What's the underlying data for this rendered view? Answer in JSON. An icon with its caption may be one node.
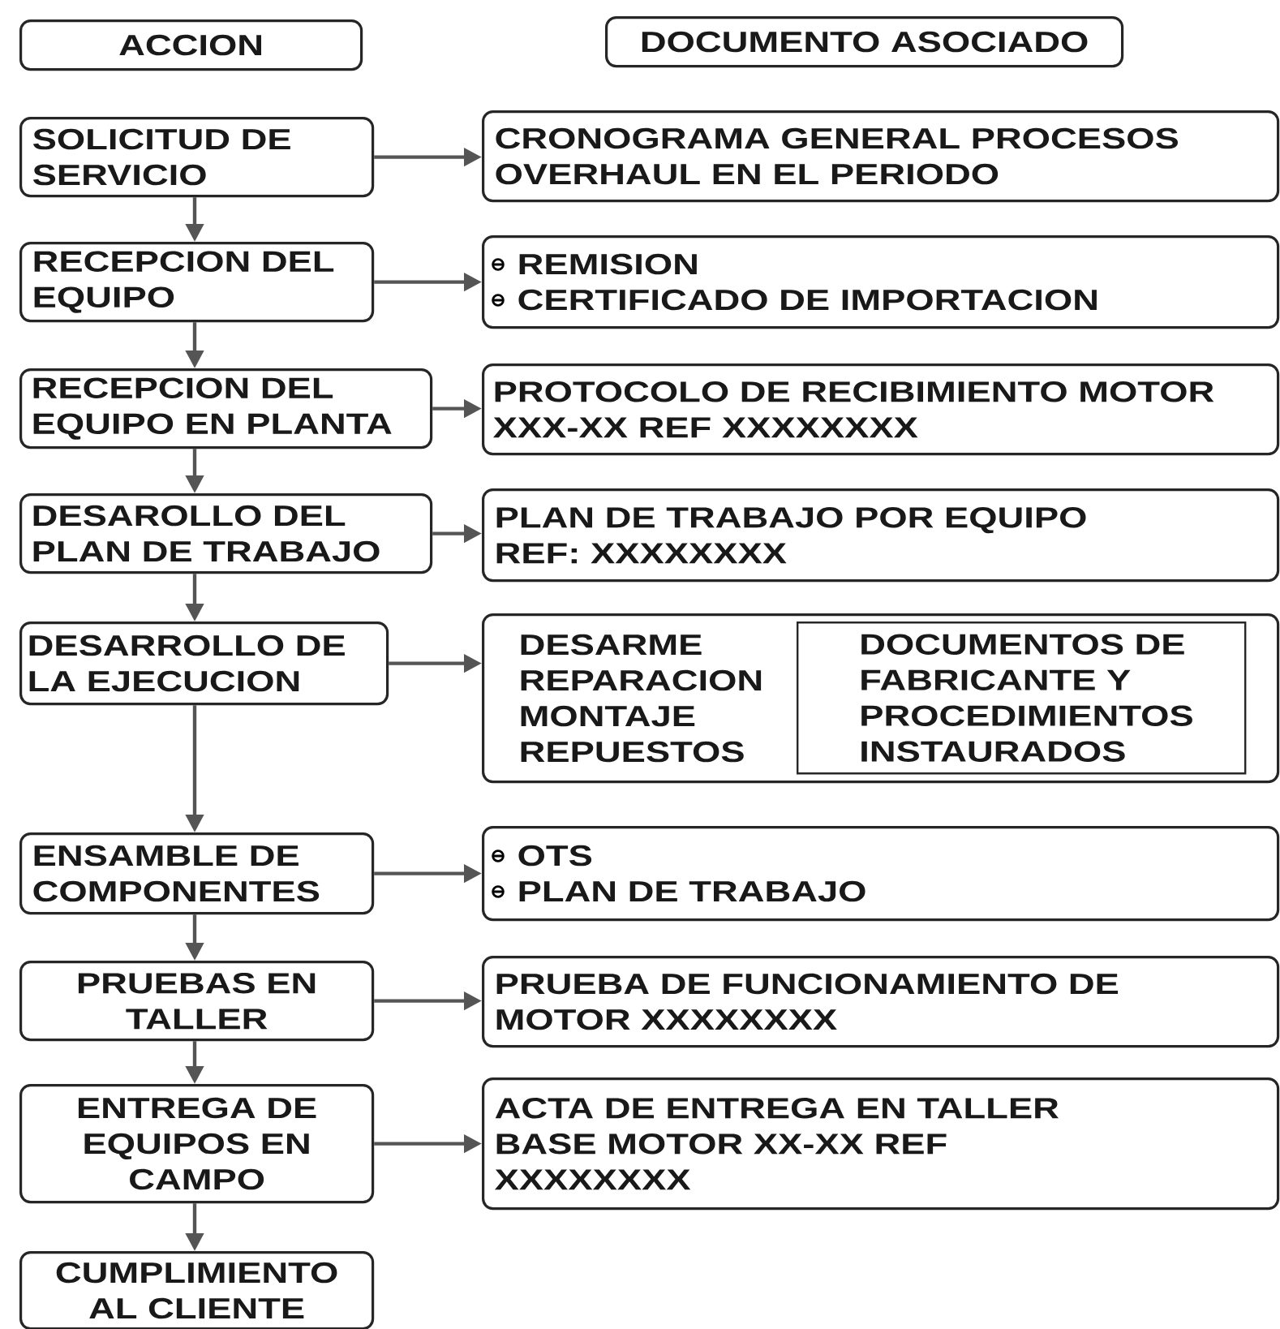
{
  "diagram": {
    "nodes": [
      {
        "text": [
          "ACCION"
        ]
      },
      {
        "text": [
          "DOCUMENTO ASOCIADO"
        ]
      },
      {
        "text": [
          "SOLICITUD DE SERVICIO"
        ]
      },
      {
        "text": [
          "CRONOGRAMA GENERAL PROCESOS OVERHAUL EN EL PERIODO"
        ]
      },
      {
        "text": [
          "RECEPCION DEL EQUIPO"
        ]
      },
      {
        "text": [
          "REMISION",
          "CERTIFICADO DE IMPORTACION"
        ]
      },
      {
        "text": [
          "RECEPCION DEL EQUIPO EN PLANTA"
        ]
      },
      {
        "text": [
          "PROTOCOLO DE RECIBIMIENTO MOTOR XXX-XX REF XXXXXXXX"
        ]
      },
      {
        "text": [
          "DESAROLLO DEL PLAN DE TRABAJO"
        ]
      },
      {
        "text": [
          "PLAN DE TRABAJO POR EQUIPO REF: XXXXXXXX"
        ]
      },
      {
        "text": [
          "DESARROLLO DE LA EJECUCION"
        ]
      },
      {
        "text": [
          "DESARME REPARACION MONTAJE REPUESTOS"
        ]
      },
      {
        "text": [
          "DOCUMENTOS DE FABRICANTE Y PROCEDIMIENTOS INSTAURADOS"
        ],
        "in": 11
      },
      {
        "text": [
          "ENSAMBLE DE COMPONENTES"
        ]
      },
      {
        "text": [
          "OTS",
          "PLAN DE TRABAJO"
        ]
      },
      {
        "text": [
          "PRUEBAS EN TALLER"
        ]
      },
      {
        "text": [
          "PRUEBA DE FUNCIONAMIENTO DE MOTOR XXXXXXXX"
        ]
      },
      {
        "text": [
          "ENTREGA DE EQUIPOS EN CAMPO"
        ]
      },
      {
        "text": [
          "ACTA DE ENTREGA EN TALLER BASE MOTOR XX-XX REF XXXXXXXX"
        ]
      },
      {
        "text": [
          "CUMPLIMIENTO AL CLIENTE"
        ]
      }
    ],
    "edges": [
      {
        "from": 2,
        "to": 3,
        "arrow": "to"
      },
      {
        "from": 2,
        "to": 4,
        "arrow": "to"
      },
      {
        "from": 4,
        "to": 5,
        "arrow": "to"
      },
      {
        "from": 4,
        "to": 6,
        "arrow": "to"
      },
      {
        "from": 6,
        "to": 7,
        "arrow": "to"
      },
      {
        "from": 6,
        "to": 8,
        "arrow": "to"
      },
      {
        "from": 8,
        "to": 9,
        "arrow": "to"
      },
      {
        "from": 8,
        "to": 10,
        "arrow": "to"
      },
      {
        "from": 10,
        "to": 11,
        "arrow": "to"
      },
      {
        "from": 10,
        "to": 13,
        "arrow": "to"
      },
      {
        "from": 13,
        "to": 14,
        "arrow": "to"
      },
      {
        "from": 13,
        "to": 15,
        "arrow": "to"
      },
      {
        "from": 15,
        "to": 16,
        "arrow": "to"
      },
      {
        "from": 15,
        "to": 17,
        "arrow": "to"
      },
      {
        "from": 17,
        "to": 18,
        "arrow": "to"
      },
      {
        "from": 17,
        "to": 19,
        "arrow": "to"
      }
    ]
  }
}
